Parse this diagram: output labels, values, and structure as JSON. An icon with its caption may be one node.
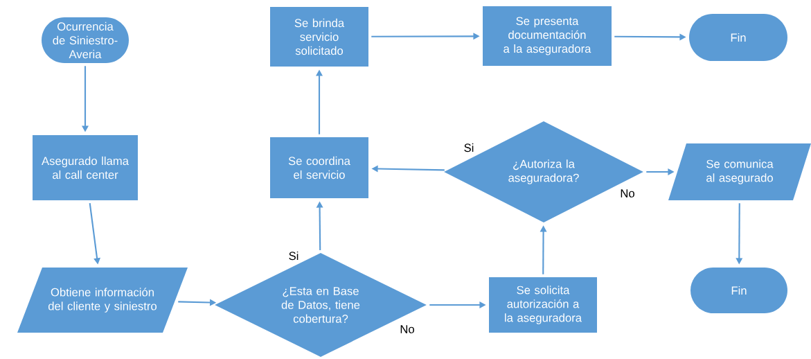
{
  "diagram": {
    "nodes": [
      {
        "text": [
          "Ocurrencia de Siniestro-Averia"
        ]
      },
      {
        "text": [
          "Asegurado llama al call center"
        ]
      },
      {
        "text": [
          "Obtiene información del cliente y siniestro"
        ]
      },
      {
        "text": [
          "¿Esta en Base de Datos, tiene cobertura?"
        ]
      },
      {
        "text": [
          "Se coordina el servicio"
        ]
      },
      {
        "text": [
          "Se brinda servicio solicitado"
        ]
      },
      {
        "text": [
          "Se presenta documentación a la aseguradora"
        ]
      },
      {
        "text": [
          "Fin"
        ]
      },
      {
        "text": [
          "¿Autoriza la aseguradora?"
        ]
      },
      {
        "text": [
          "Se solicita autorización a la aseguradora"
        ]
      },
      {
        "text": [
          "Se comunica al asegurado"
        ]
      },
      {
        "text": [
          "Fin"
        ]
      }
    ],
    "edges": [
      {
        "from": 0,
        "to": 1,
        "arrow": "to"
      },
      {
        "from": 1,
        "to": 2,
        "arrow": "to"
      },
      {
        "from": 2,
        "to": 3,
        "arrow": "to"
      },
      {
        "from": 3,
        "to": 4,
        "label": "Si",
        "arrow": "to"
      },
      {
        "from": 3,
        "to": 9,
        "label": "No",
        "arrow": "to"
      },
      {
        "from": 9,
        "to": 8,
        "arrow": "to"
      },
      {
        "from": 8,
        "to": 4,
        "label": "Si",
        "arrow": "to"
      },
      {
        "from": 8,
        "to": 10,
        "label": "No",
        "arrow": "to"
      },
      {
        "from": 4,
        "to": 5,
        "arrow": "to"
      },
      {
        "from": 5,
        "to": 6,
        "arrow": "to"
      },
      {
        "from": 6,
        "to": 7,
        "arrow": "to"
      },
      {
        "from": 10,
        "to": 11,
        "arrow": "to"
      }
    ]
  }
}
